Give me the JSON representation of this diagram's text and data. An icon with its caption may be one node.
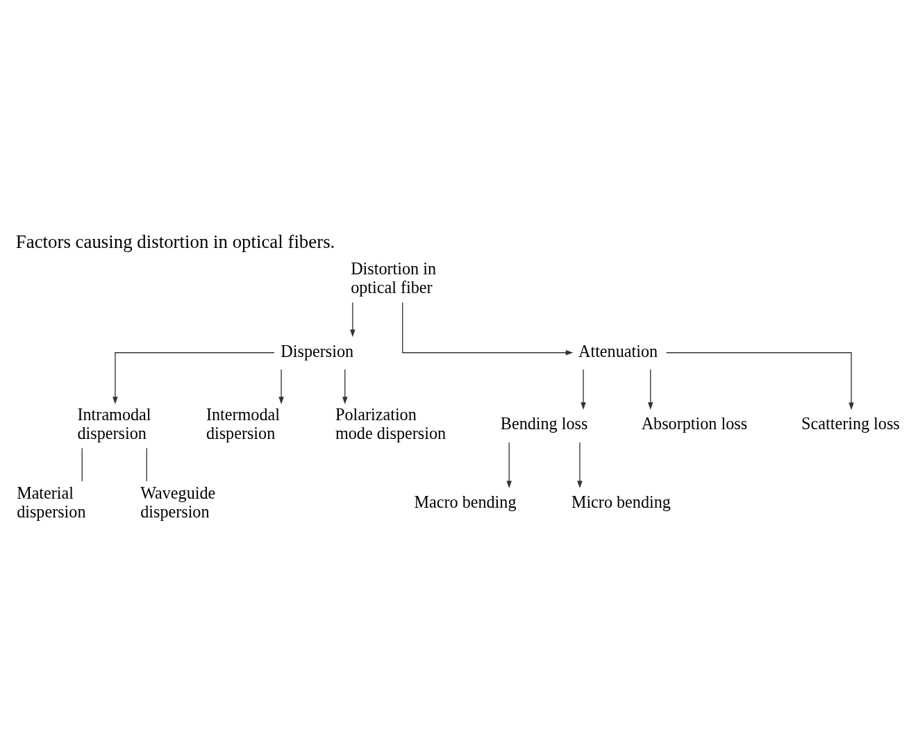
{
  "diagram": {
    "title": "Factors causing distortion in optical fibers.",
    "nodes": [
      {
        "text": [
          "Distortion in optical fiber"
        ]
      },
      {
        "text": [
          "Dispersion"
        ]
      },
      {
        "text": [
          "Attenuation"
        ]
      },
      {
        "text": [
          "Intramodal dispersion"
        ]
      },
      {
        "text": [
          "Intermodal dispersion"
        ]
      },
      {
        "text": [
          "Polarization mode dispersion"
        ]
      },
      {
        "text": [
          "Material dispersion"
        ]
      },
      {
        "text": [
          "Waveguide dispersion"
        ]
      },
      {
        "text": [
          "Bending loss"
        ]
      },
      {
        "text": [
          "Absorption loss"
        ]
      },
      {
        "text": [
          "Scattering loss"
        ]
      },
      {
        "text": [
          "Macro bending"
        ]
      },
      {
        "text": [
          "Micro bending"
        ]
      }
    ],
    "edges": [
      {
        "from": 0,
        "to": 1,
        "arrow": "to"
      },
      {
        "from": 0,
        "to": 2,
        "arrow": "to"
      },
      {
        "from": 1,
        "to": 3,
        "arrow": "to"
      },
      {
        "from": 1,
        "to": 4,
        "arrow": "to"
      },
      {
        "from": 1,
        "to": 5,
        "arrow": "to"
      },
      {
        "from": 3,
        "to": 6,
        "arrow": "none"
      },
      {
        "from": 3,
        "to": 7,
        "arrow": "none"
      },
      {
        "from": 2,
        "to": 8,
        "arrow": "to"
      },
      {
        "from": 2,
        "to": 9,
        "arrow": "to"
      },
      {
        "from": 2,
        "to": 10,
        "arrow": "to"
      },
      {
        "from": 8,
        "to": 11,
        "arrow": "to"
      },
      {
        "from": 8,
        "to": 12,
        "arrow": "to"
      }
    ]
  }
}
